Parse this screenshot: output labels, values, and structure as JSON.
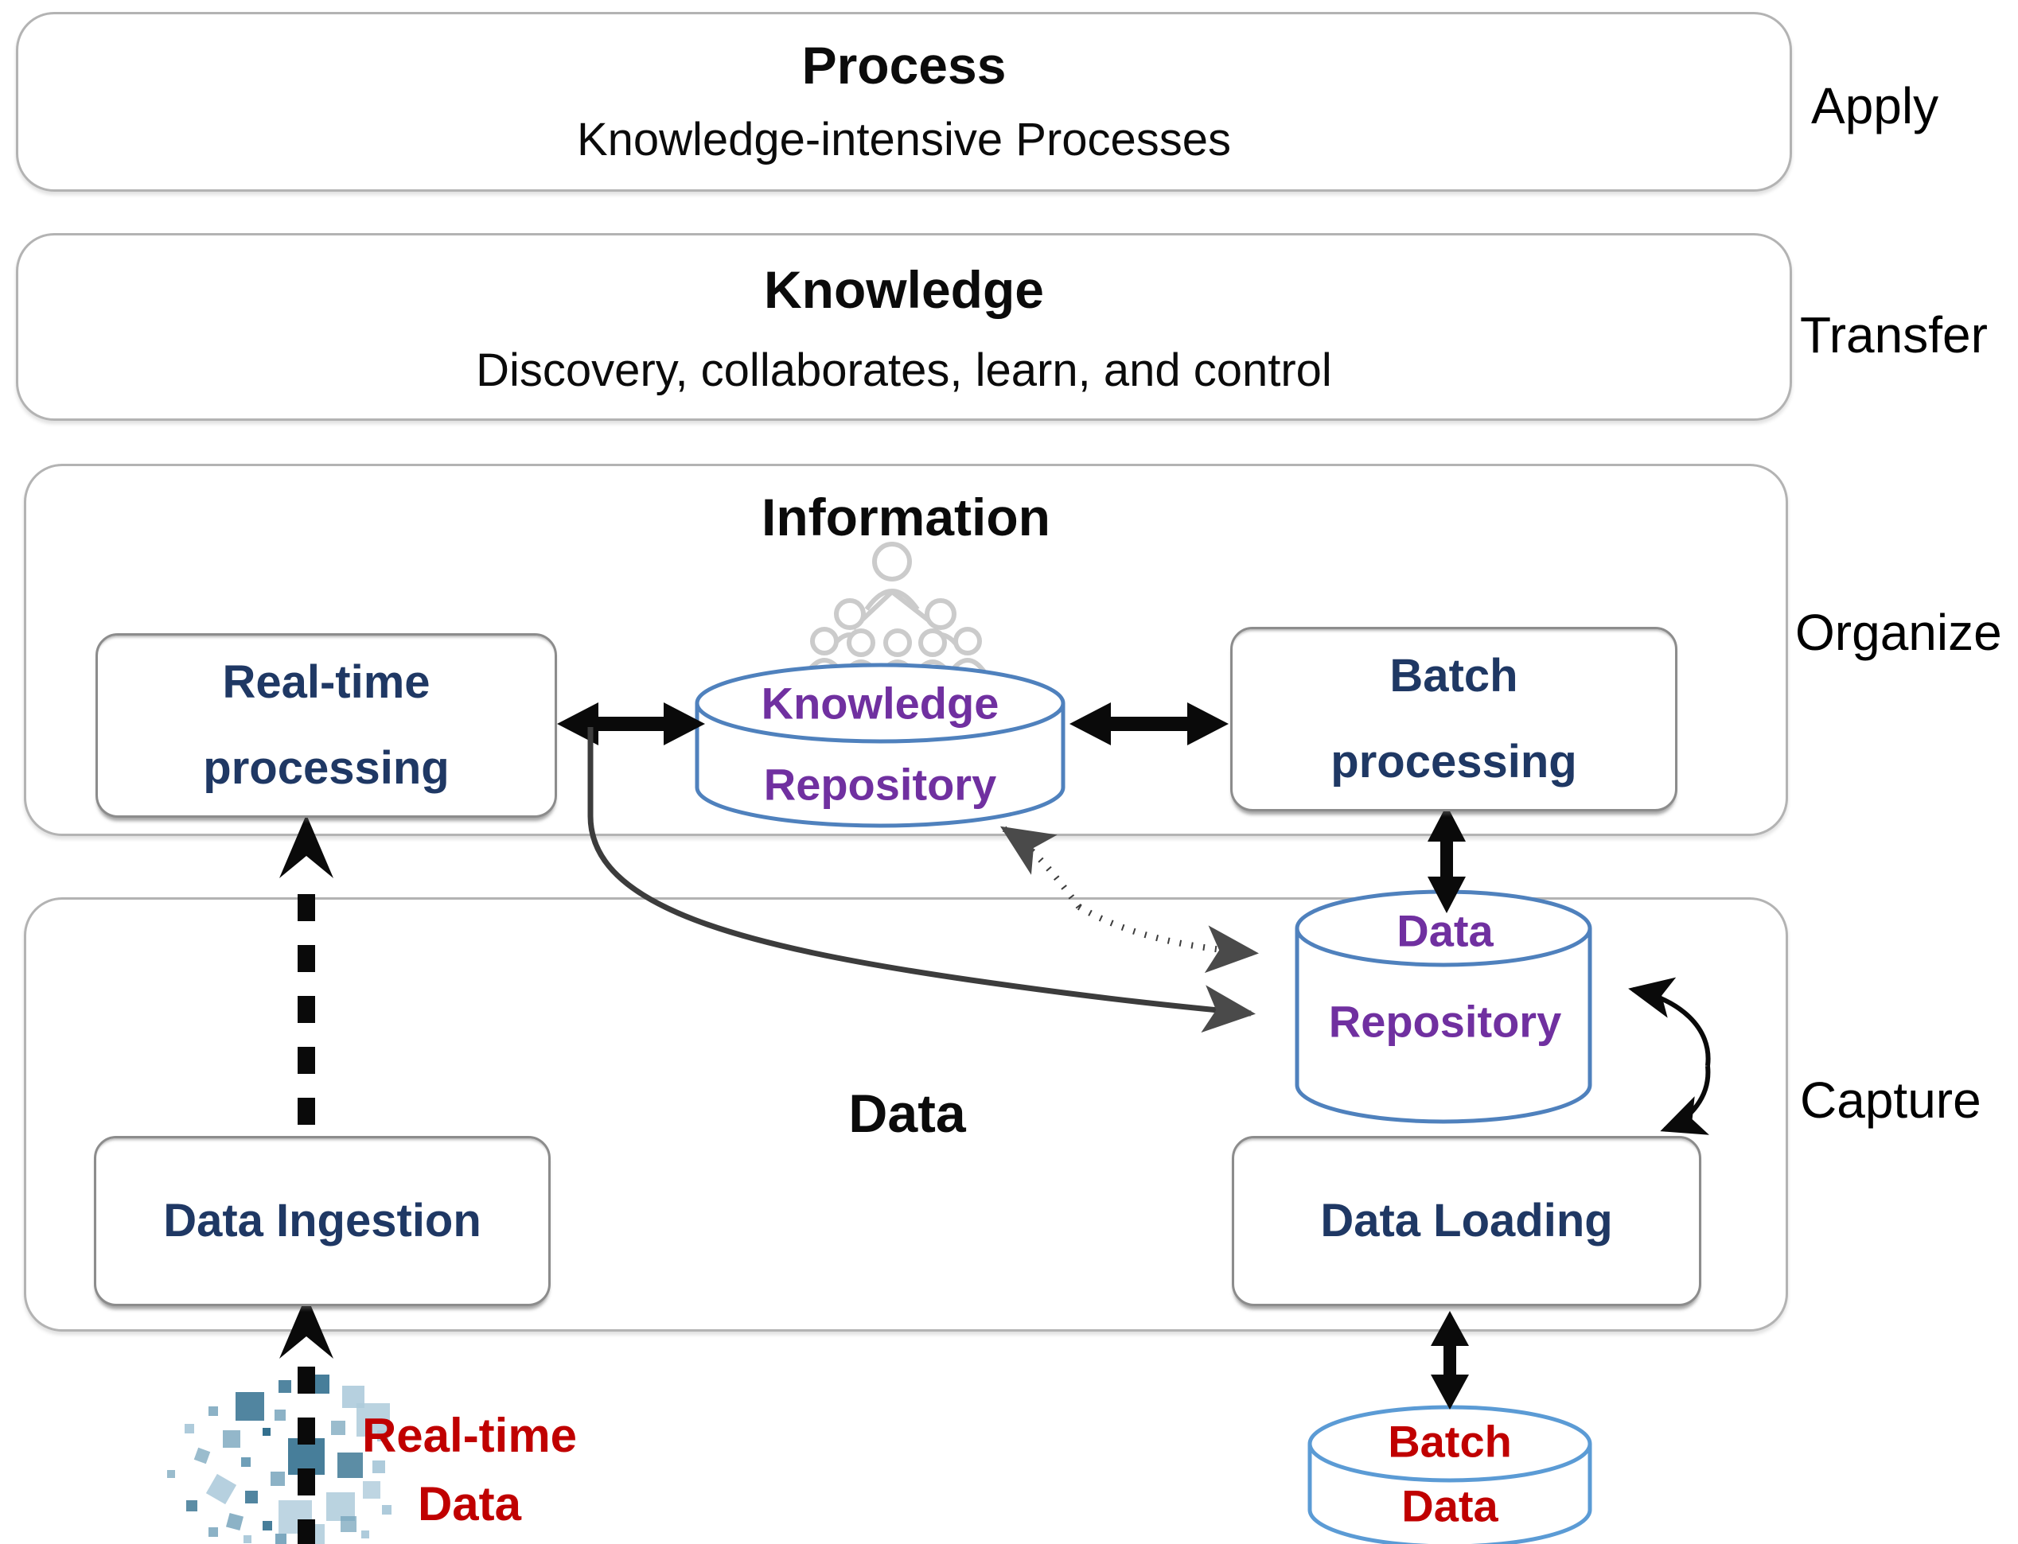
{
  "layers": [
    {
      "title": "Process",
      "subtitle": "Knowledge-intensive Processes",
      "side_label": "Apply"
    },
    {
      "title": "Knowledge",
      "subtitle": "Discovery, collaborates, learn, and control",
      "side_label": "Transfer"
    },
    {
      "title": "Information",
      "subtitle": "",
      "side_label": "Organize"
    },
    {
      "title": "Data",
      "subtitle": "",
      "side_label": "Capture"
    }
  ],
  "nodes": {
    "real_time_processing": {
      "line1": "Real-time",
      "line2": "processing"
    },
    "knowledge_repository": {
      "line1": "Knowledge",
      "line2": "Repository"
    },
    "batch_processing": {
      "line1": "Batch",
      "line2": "processing"
    },
    "data_repository": {
      "line1": "Data",
      "line2": "Repository"
    },
    "data_ingestion": {
      "label": "Data Ingestion"
    },
    "data_loading": {
      "label": "Data Loading"
    },
    "real_time_data": {
      "line1": "Real-time",
      "line2": "Data"
    },
    "batch_data": {
      "line1": "Batch",
      "line2": "Data"
    }
  },
  "icons": {
    "knowledge_repository_backdrop": "people-network-icon",
    "real_time_data": "pixel-scatter-icon"
  },
  "colors": {
    "node_text_navy": "#1F3864",
    "repository_text_purple": "#7030A0",
    "source_text_red": "#C00000",
    "cylinder_stroke_blue": "#4f81bd",
    "batch_cylinder_stroke_blue": "#5b9bd5",
    "layer_border_gray": "#b3b3b3",
    "node_border_gray": "#8c8c8c",
    "arrow_black": "#000000",
    "arrow_dark_gray": "#3c3c3c",
    "ghost_icon_gray": "#c2c2c2",
    "scatter_teal_dark": "#33708f",
    "scatter_teal_mid": "#6f9fb8",
    "scatter_teal_light": "#aecbdb"
  }
}
